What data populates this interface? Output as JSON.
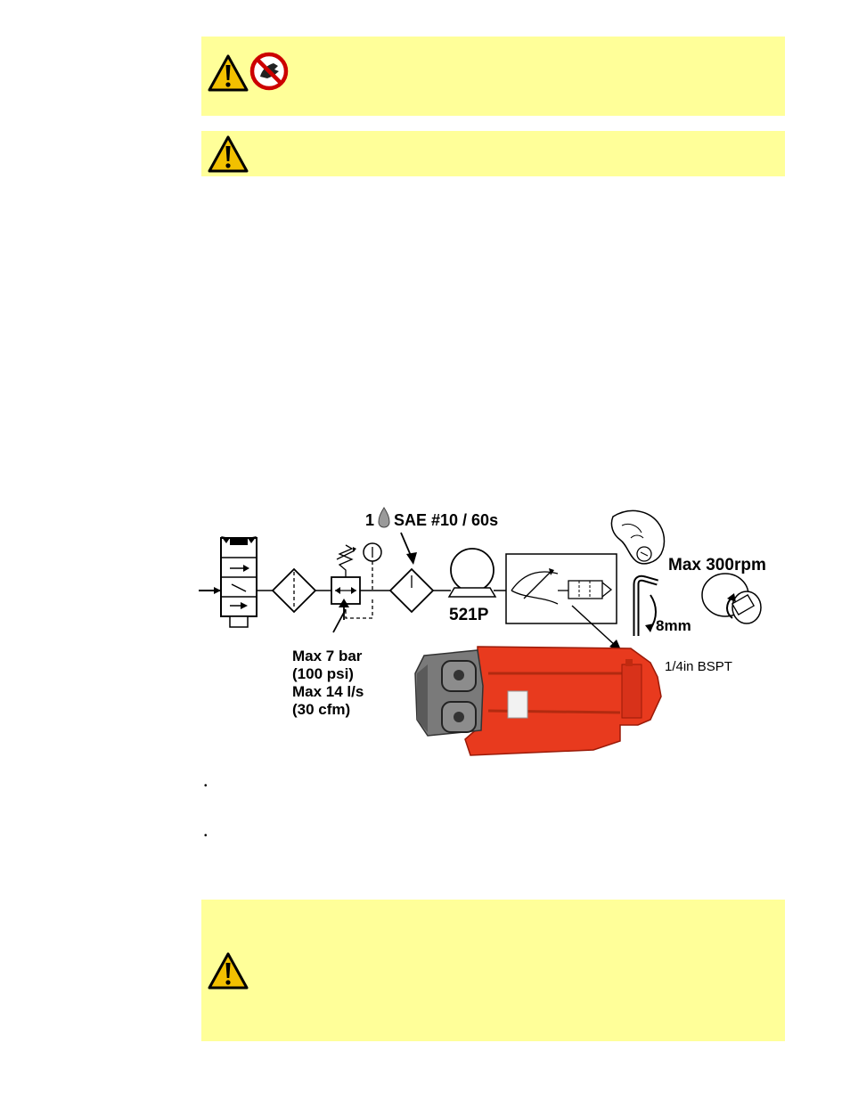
{
  "colors": {
    "warning_box": "#ffff99",
    "warning_icon": "#f2c000",
    "prohibition": "#cc0000",
    "motor_red": "#e83a1e",
    "motor_gray": "#7a7a7a"
  },
  "icons": {
    "warning": "warning-triangle-icon",
    "no_hands": "no-hands-prohibition-icon"
  },
  "diagram": {
    "lubrication": "1",
    "oil_spec": "SAE #10 / 60s",
    "motor_model": "521P",
    "max_speed": "Max 300rpm",
    "wrench_size": "8mm",
    "port_thread": "1/4in BSPT",
    "air_spec": {
      "line1": "Max 7 bar",
      "line2": "(100 psi)",
      "line3": "Max 14 l/s",
      "line4": "(30 cfm)"
    }
  },
  "bullets": [
    "•",
    "•"
  ]
}
